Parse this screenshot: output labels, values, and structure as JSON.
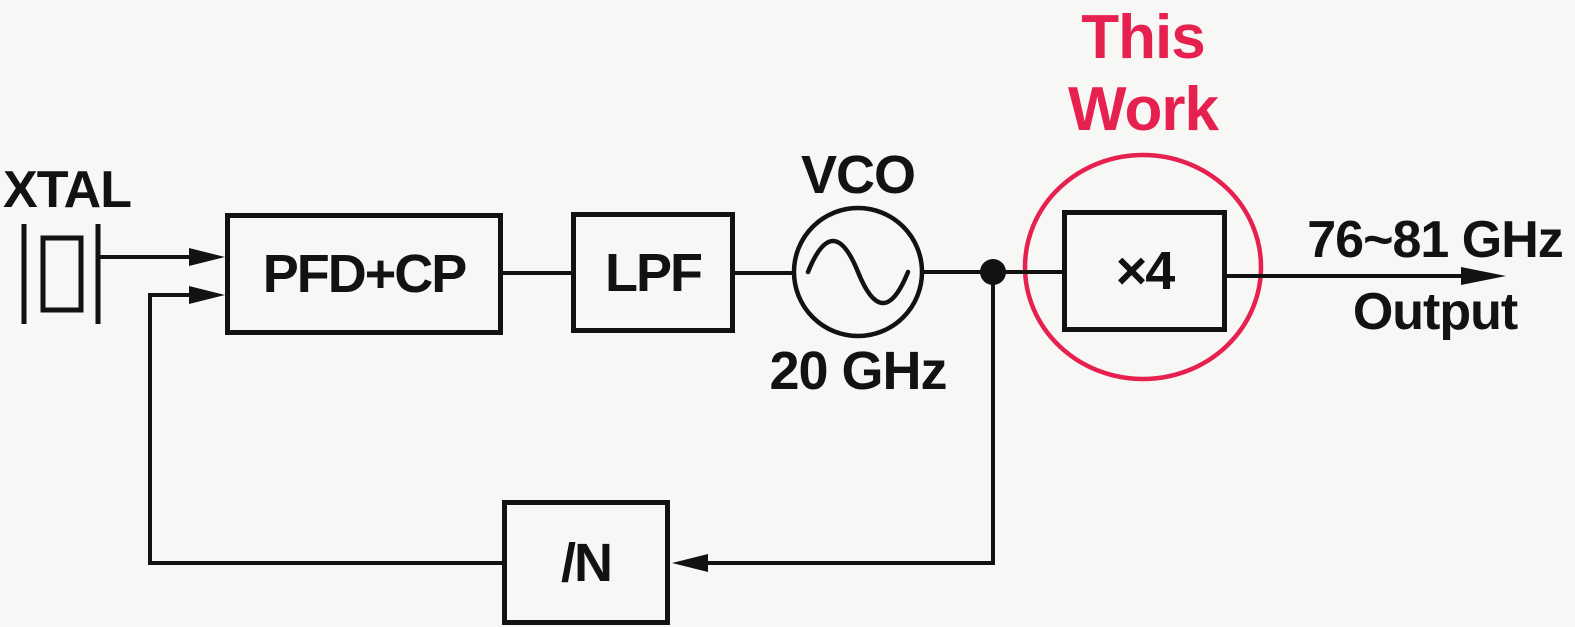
{
  "diagram": {
    "type": "block-diagram",
    "description_hint": "PLL frequency synthesizer chain with frequency quadrupler highlighted",
    "colors": {
      "bg": "#f7f7f5",
      "ink": "#121212",
      "accent": "#e6204f"
    },
    "labels": {
      "xtal": "XTAL",
      "vco": "VCO",
      "vco_freq": "20 GHz",
      "this_work_line1": "This",
      "this_work_line2": "Work",
      "output_freq": "76~81 GHz",
      "output": "Output"
    },
    "blocks": {
      "pfd_cp": "PFD+CP",
      "lpf": "LPF",
      "multiplier": "×4",
      "divider": "/N"
    }
  }
}
